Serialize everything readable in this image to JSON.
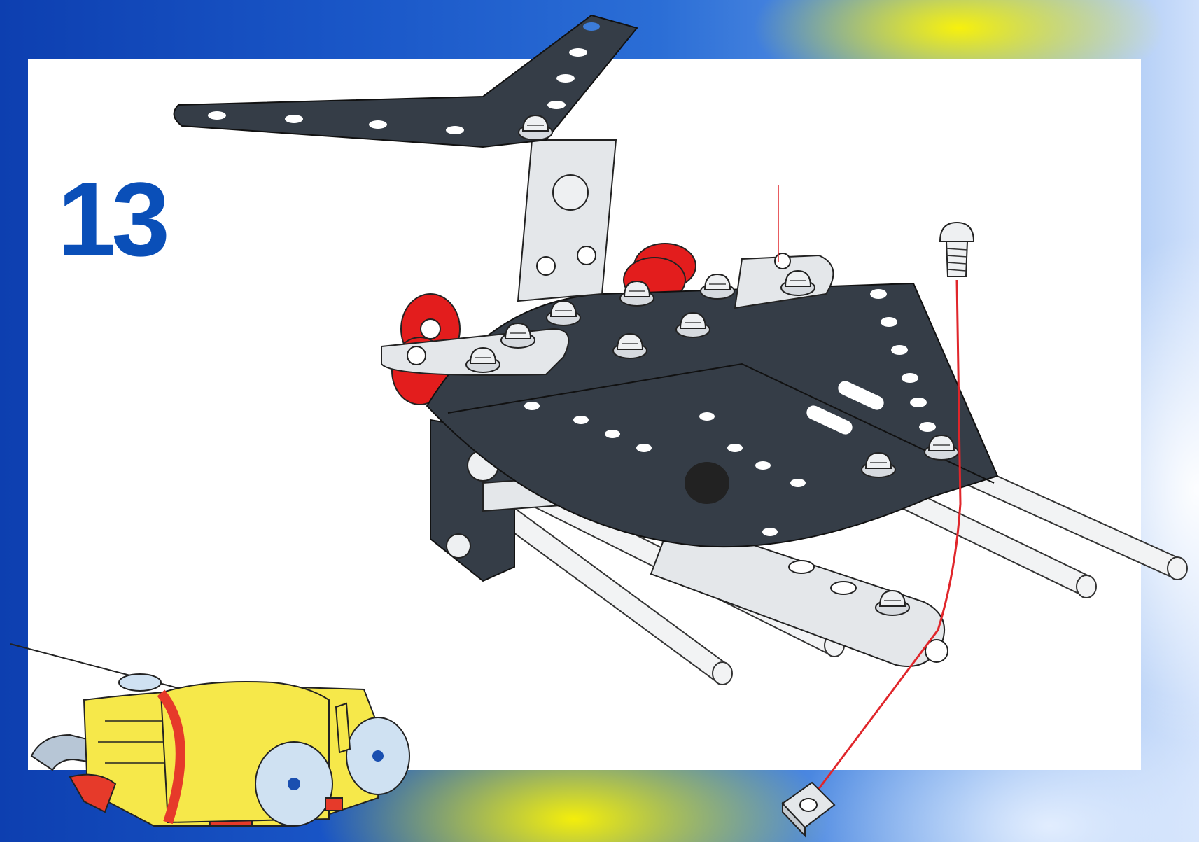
{
  "instruction_step": {
    "number": "13"
  },
  "colors": {
    "step_number": "#0a4fb8",
    "metal_plate": "#353d47",
    "metal_strip": "#e4e7ea",
    "pulley": "#e31d1d",
    "guide_line": "#e0262b",
    "robot_body": "#f6e84a"
  },
  "parts": [
    "v-plate",
    "base-plate",
    "flanged-plate",
    "bracket",
    "pulleys",
    "axles",
    "bolts",
    "screw",
    "square-nut"
  ]
}
